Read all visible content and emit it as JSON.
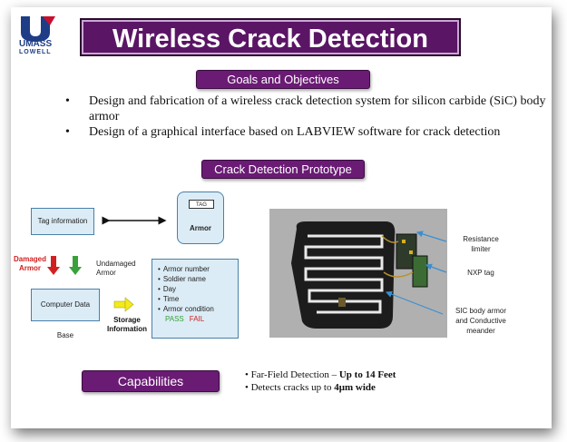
{
  "logo": {
    "line1": "UMASS",
    "line2": "LOWELL",
    "icon": "umass-lowell-logo"
  },
  "title": "Wireless Crack Detection System",
  "goals": {
    "heading": "Goals and Objectives",
    "items": [
      "Design and fabrication of a wireless crack detection system for silicon carbide (SiC) body armor",
      "Design of a graphical interface based on LABVIEW software for crack detection"
    ]
  },
  "prototype": {
    "heading": "Crack Detection Prototype",
    "tag_information": "Tag information",
    "armor_tag": "TAG",
    "armor": "Armor",
    "damaged": "Damaged Armor",
    "undamaged": "Undamaged Armor",
    "database": "Computer  Data Base",
    "storage": "Storage Information",
    "record_fields": [
      "Armor number",
      "Soldier name",
      "Day",
      "Time",
      "Armor condition"
    ],
    "pass": "PASS",
    "fail": "FAIL",
    "annotations": {
      "resistance": "Resistance limiter",
      "nxp": "NXP tag",
      "sic": "SIC body armor and Conductive meander"
    }
  },
  "capabilities": {
    "heading": "Capabilities",
    "items": [
      {
        "text": "Far-Field Detection – ",
        "bold": "Up  to 14 Feet"
      },
      {
        "text": "Detects cracks up to ",
        "bold": "4μm wide"
      }
    ]
  },
  "colors": {
    "title_bg": "#5b1565",
    "pill_bg": "#6a1b74",
    "box_bg": "#dbecf6",
    "damaged": "#d22020",
    "undamaged": "#39a03a",
    "storage_arrow": "#f2ea1a"
  }
}
